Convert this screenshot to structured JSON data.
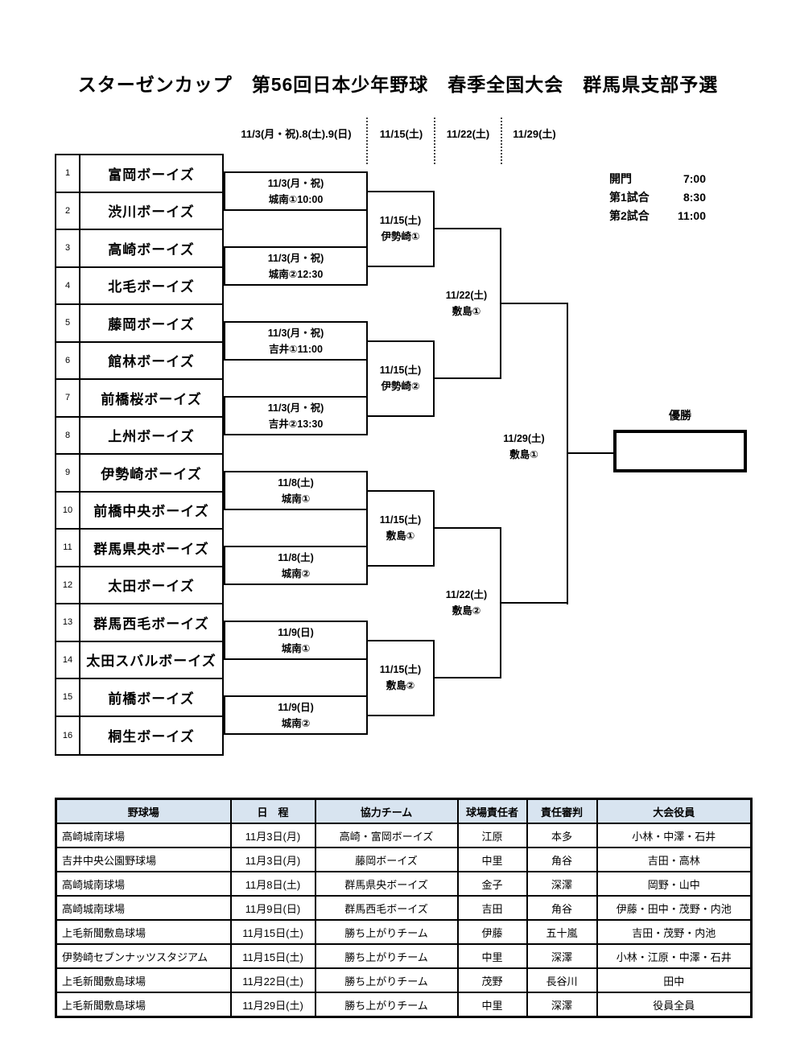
{
  "header": {
    "title": "スターゼンカップ　第56回日本少年野球　春季全国大会　群馬県支部予選"
  },
  "round_dates": [
    "11/3(月・祝).8(土).9(日)",
    "11/15(土)",
    "11/22(土)",
    "11/29(土)"
  ],
  "schedule": {
    "rows": [
      {
        "label": "開門",
        "time": "7:00"
      },
      {
        "label": "第1試合",
        "time": "8:30"
      },
      {
        "label": "第2試合",
        "time": "11:00"
      }
    ]
  },
  "bracket": {
    "teams": [
      {
        "seed": "1",
        "name": "富岡ボーイズ"
      },
      {
        "seed": "2",
        "name": "渋川ボーイズ"
      },
      {
        "seed": "3",
        "name": "高崎ボーイズ"
      },
      {
        "seed": "4",
        "name": "北毛ボーイズ"
      },
      {
        "seed": "5",
        "name": "藤岡ボーイズ"
      },
      {
        "seed": "6",
        "name": "館林ボーイズ"
      },
      {
        "seed": "7",
        "name": "前橋桜ボーイズ"
      },
      {
        "seed": "8",
        "name": "上州ボーイズ"
      },
      {
        "seed": "9",
        "name": "伊勢崎ボーイズ"
      },
      {
        "seed": "10",
        "name": "前橋中央ボーイズ"
      },
      {
        "seed": "11",
        "name": "群馬県央ボーイズ"
      },
      {
        "seed": "12",
        "name": "太田ボーイズ"
      },
      {
        "seed": "13",
        "name": "群馬西毛ボーイズ"
      },
      {
        "seed": "14",
        "name": "太田スバルボーイズ"
      },
      {
        "seed": "15",
        "name": "前橋ボーイズ"
      },
      {
        "seed": "16",
        "name": "桐生ボーイズ"
      }
    ],
    "round1": [
      {
        "date": "11/3(月・祝)",
        "venue": "城南①10:00"
      },
      {
        "date": "11/3(月・祝)",
        "venue": "城南②12:30"
      },
      {
        "date": "11/3(月・祝)",
        "venue": "吉井①11:00"
      },
      {
        "date": "11/3(月・祝)",
        "venue": "吉井②13:30"
      },
      {
        "date": "11/8(土)",
        "venue": "城南①"
      },
      {
        "date": "11/8(土)",
        "venue": "城南②"
      },
      {
        "date": "11/9(日)",
        "venue": "城南①"
      },
      {
        "date": "11/9(日)",
        "venue": "城南②"
      }
    ],
    "quarterfinals": [
      {
        "date": "11/15(土)",
        "venue": "伊勢崎①"
      },
      {
        "date": "11/15(土)",
        "venue": "伊勢崎②"
      },
      {
        "date": "11/15(土)",
        "venue": "敷島①"
      },
      {
        "date": "11/15(土)",
        "venue": "敷島②"
      }
    ],
    "semifinals": [
      {
        "date": "11/22(土)",
        "venue": "敷島①"
      },
      {
        "date": "11/22(土)",
        "venue": "敷島②"
      }
    ],
    "final": {
      "date": "11/29(土)",
      "venue": "敷島①"
    },
    "champion_label": "優勝"
  },
  "venues_table": {
    "header_bg": "#d8e4f0",
    "headers": [
      "野球場",
      "日　程",
      "協力チーム",
      "球場責任者",
      "責任審判",
      "大会役員"
    ],
    "rows": [
      [
        "高崎城南球場",
        "11月3日(月)",
        "高崎・富岡ボーイズ",
        "江原",
        "本多",
        "小林・中澤・石井"
      ],
      [
        "吉井中央公園野球場",
        "11月3日(月)",
        "藤岡ボーイズ",
        "中里",
        "角谷",
        "吉田・高林"
      ],
      [
        "高崎城南球場",
        "11月8日(土)",
        "群馬県央ボーイズ",
        "金子",
        "深澤",
        "岡野・山中"
      ],
      [
        "高崎城南球場",
        "11月9日(日)",
        "群馬西毛ボーイズ",
        "吉田",
        "角谷",
        "伊藤・田中・茂野・内池"
      ],
      [
        "上毛新聞敷島球場",
        "11月15日(土)",
        "勝ち上がりチーム",
        "伊藤",
        "五十嵐",
        "吉田・茂野・内池"
      ],
      [
        "伊勢崎セブンナッツスタジアム",
        "11月15日(土)",
        "勝ち上がりチーム",
        "中里",
        "深澤",
        "小林・江原・中澤・石井"
      ],
      [
        "上毛新聞敷島球場",
        "11月22日(土)",
        "勝ち上がりチーム",
        "茂野",
        "長谷川",
        "田中"
      ],
      [
        "上毛新聞敷島球場",
        "11月29日(土)",
        "勝ち上がりチーム",
        "中里",
        "深澤",
        "役員全員"
      ]
    ]
  }
}
